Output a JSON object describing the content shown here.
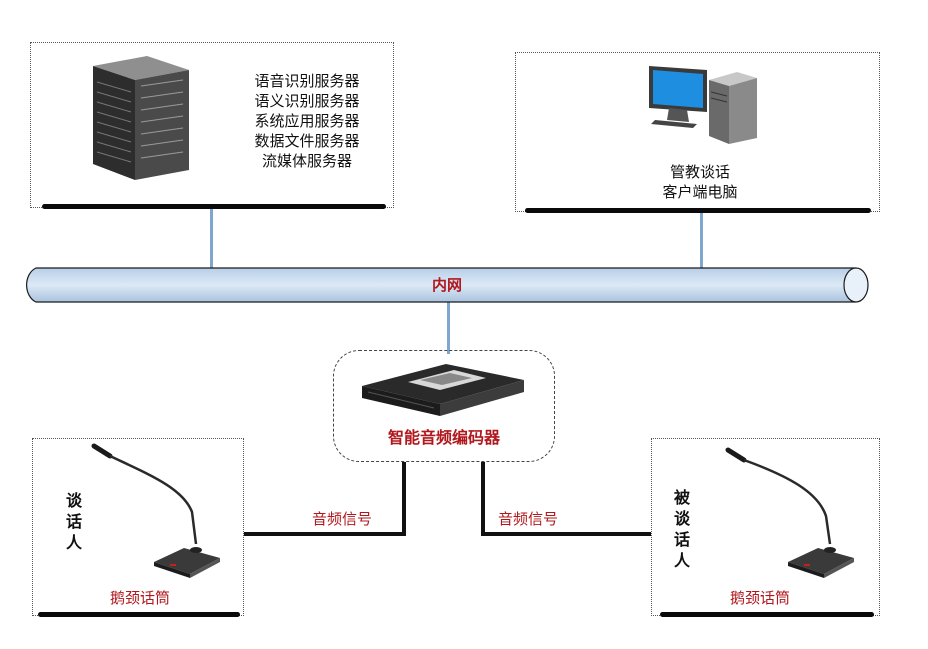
{
  "server_box": {
    "lines": [
      "语音识别服务器",
      "语义识别服务器",
      "系统应用服务器",
      "数据文件服务器",
      "流媒体服务器"
    ]
  },
  "client_box": {
    "lines": [
      "管教谈话",
      "客户端电脑"
    ]
  },
  "network": {
    "label": "内网"
  },
  "encoder": {
    "label": "智能音频编码器"
  },
  "signals": {
    "left": "音频信号",
    "right": "音频信号"
  },
  "left_station": {
    "person": "谈话人",
    "device": "鹅颈话筒"
  },
  "right_station": {
    "person": "被谈话人",
    "device": "鹅颈话筒"
  },
  "colors": {
    "pipe": "#c9dcf0",
    "line": "#7ea6d0",
    "accent": "#b0181e"
  }
}
